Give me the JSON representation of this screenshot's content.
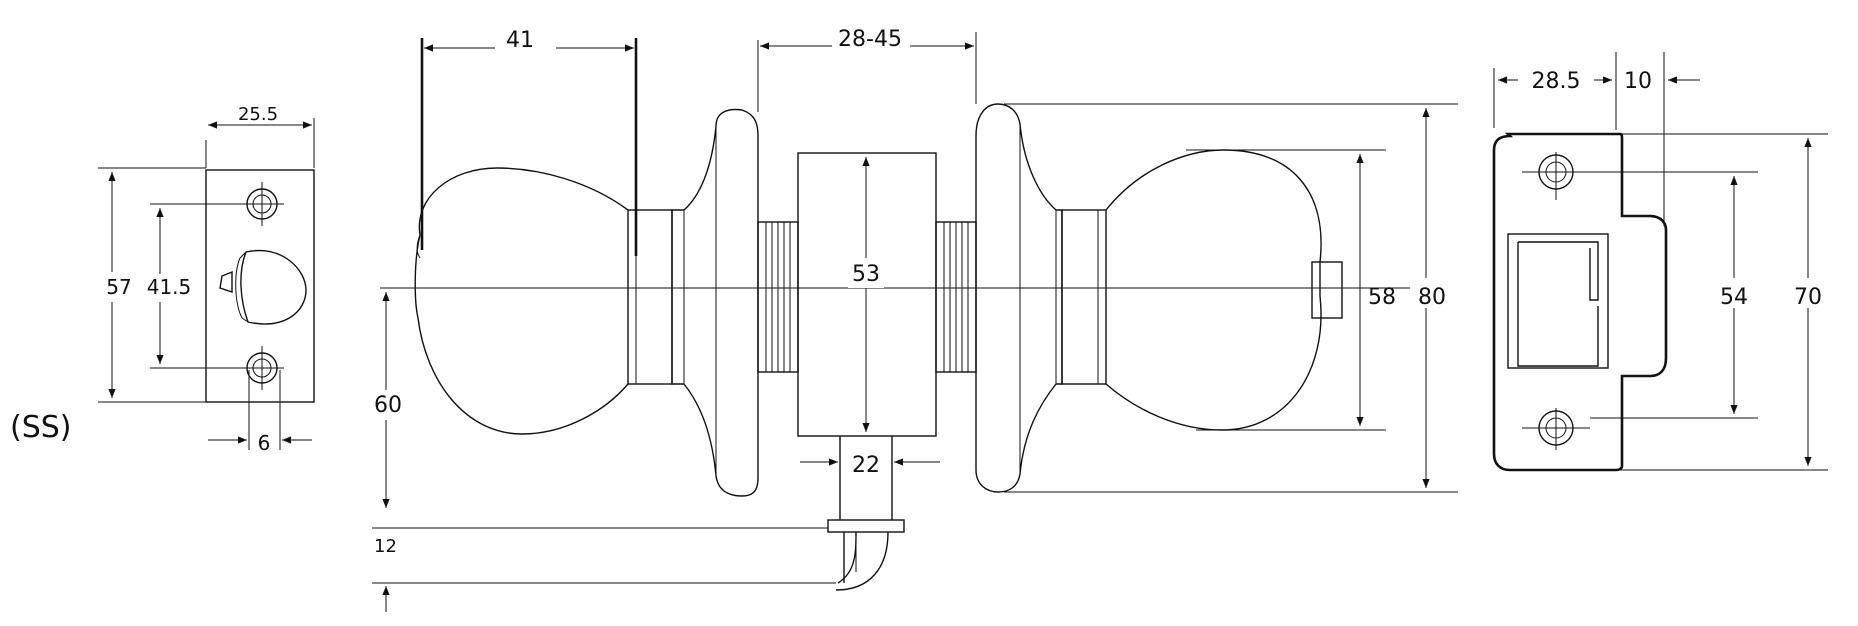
{
  "labels": {
    "finish_code": "(SS)",
    "latch": {
      "backset_width": "25.5",
      "height": "57",
      "hole_spacing": "41.5",
      "bolt_offset": "6"
    },
    "knob": {
      "knob_length": "41",
      "door_thickness": "28-45",
      "chassis_diameter": "53",
      "knob_diameter": "58",
      "rose_diameter": "80",
      "spindle_height": "60",
      "tailpiece_width": "22",
      "tailpiece_offset": "12"
    },
    "strike": {
      "width": "28.5",
      "lip": "10",
      "hole_spacing": "54",
      "height": "70"
    }
  }
}
